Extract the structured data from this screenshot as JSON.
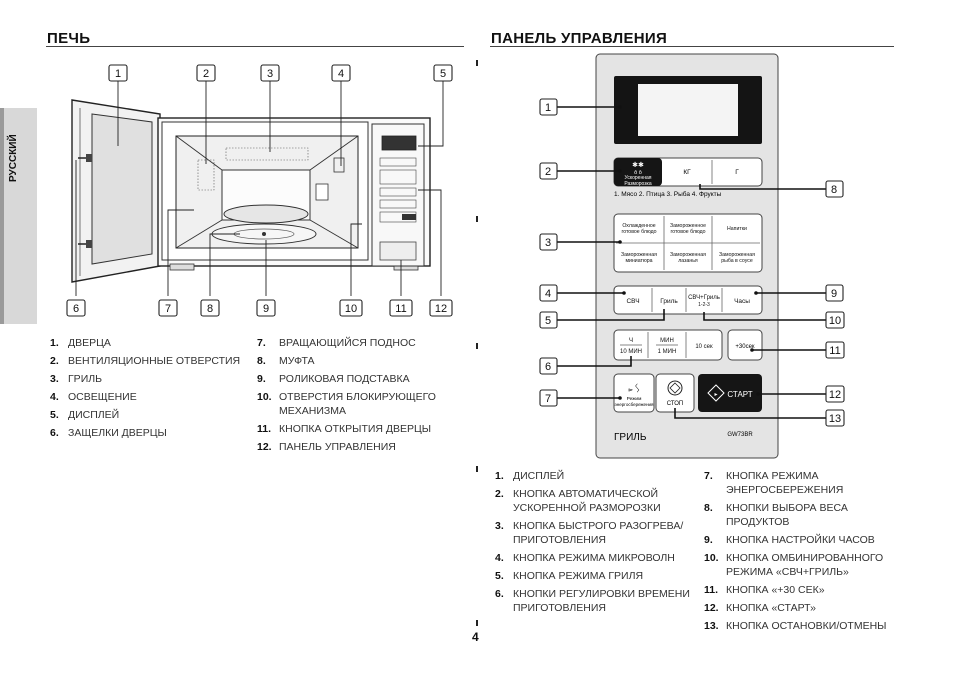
{
  "language_tab": "РУССКИЙ",
  "oven_section": {
    "title": "ПЕЧЬ",
    "callouts": [
      "1",
      "2",
      "3",
      "4",
      "5",
      "6",
      "7",
      "8",
      "9",
      "10",
      "11",
      "12"
    ],
    "legend_left": [
      {
        "num": "1.",
        "text": "ДВЕРЦА"
      },
      {
        "num": "2.",
        "text": "ВЕНТИЛЯЦИОННЫЕ ОТВЕРСТИЯ"
      },
      {
        "num": "3.",
        "text": "ГРИЛЬ"
      },
      {
        "num": "4.",
        "text": "ОСВЕЩЕНИЕ"
      },
      {
        "num": "5.",
        "text": "ДИСПЛЕЙ"
      },
      {
        "num": "6.",
        "text": "ЗАЩЕЛКИ ДВЕРЦЫ"
      }
    ],
    "legend_right": [
      {
        "num": "7.",
        "text": "ВРАЩАЮЩИЙСЯ ПОДНОС"
      },
      {
        "num": "8.",
        "text": "МУФТА"
      },
      {
        "num": "9.",
        "text": "РОЛИКОВАЯ ПОДСТАВКА"
      },
      {
        "num": "10.",
        "text": "ОТВЕРСТИЯ БЛОКИРУЮЩЕГО МЕХАНИЗМА"
      },
      {
        "num": "11.",
        "text": "КНОПКА ОТКРЫТИЯ ДВЕРЦЫ"
      },
      {
        "num": "12.",
        "text": "ПАНЕЛЬ УПРАВЛЕНИЯ"
      }
    ]
  },
  "panel_section": {
    "title": "ПАНЕЛЬ УПРАВЛЕНИЯ",
    "callouts": [
      "1",
      "2",
      "3",
      "4",
      "5",
      "6",
      "7",
      "8",
      "9",
      "10",
      "11",
      "12",
      "13"
    ],
    "buttons": {
      "defrost_line1": "Ускоренная",
      "defrost_line2": "Разморозка",
      "kg": "КГ",
      "g": "Г",
      "food_list": "1. Мясо   2. Птица   3. Рыба   4. Фрукты",
      "chilled_line1": "Охлажденное",
      "chilled_line2": "готовое блюдо",
      "frozen_line1": "Замороженное",
      "frozen_line2": "готовое блюдо",
      "drinks": "Напитки",
      "frozen_pizza_line1": "Замороженная",
      "frozen_pizza_line2": "миниатюра",
      "frozen_lasagna_line1": "Замороженная",
      "frozen_lasagna_line2": "лазанья",
      "frozen_fish_line1": "Замороженная",
      "frozen_fish_line2": "рыба в соусе",
      "micro": "СВЧ",
      "grill": "Гриль",
      "combo_line1": "СВЧ+Гриль",
      "combo_line2": "1-2-3",
      "clock": "Часы",
      "hour_line1": "Ч",
      "hour_line2": "10 МИН",
      "min_line1": "МИН",
      "min_line2": "1 МИН",
      "sec10": "10 сек",
      "plus30": "+30сек",
      "eco_line1": "Режим",
      "eco_line2": "энергосбережения",
      "stop": "СТОП",
      "start": "СТАРТ"
    },
    "brand_label": "ГРИЛЬ",
    "model": "GW73BR",
    "legend_left": [
      {
        "num": "1.",
        "text": "ДИСПЛЕЙ"
      },
      {
        "num": "2.",
        "text": "КНОПКА АВТОМАТИЧЕСКОЙ УСКОРЕННОЙ РАЗМОРОЗКИ"
      },
      {
        "num": "3.",
        "text": "КНОПКА БЫСТРОГО РАЗОГРЕВА/ ПРИГОТОВЛЕНИЯ"
      },
      {
        "num": "4.",
        "text": "КНОПКА РЕЖИМА МИКРОВОЛН"
      },
      {
        "num": "5.",
        "text": "КНОПКА РЕЖИМА ГРИЛЯ"
      },
      {
        "num": "6.",
        "text": "КНОПКИ РЕГУЛИРОВКИ ВРЕМЕНИ ПРИГОТОВЛЕНИЯ"
      }
    ],
    "legend_right": [
      {
        "num": "7.",
        "text": "КНОПКА РЕЖИМА ЭНЕРГОСБЕРЕЖЕНИЯ"
      },
      {
        "num": "8.",
        "text": "КНОПКИ ВЫБОРА ВЕСА ПРОДУКТОВ"
      },
      {
        "num": "9.",
        "text": "КНОПКА НАСТРОЙКИ ЧАСОВ"
      },
      {
        "num": "10.",
        "text": "КНОПКА ОМБИНИРОВАННОГО РЕЖИМА «СВЧ+ГРИЛЬ»"
      },
      {
        "num": "11.",
        "text": "КНОПКА «+30 СЕК»"
      },
      {
        "num": "12.",
        "text": "КНОПКА «СТАРТ»"
      },
      {
        "num": "13.",
        "text": "КНОПКА ОСТАНОВКИ/ОТМЕНЫ"
      }
    ]
  },
  "page_number": "4"
}
